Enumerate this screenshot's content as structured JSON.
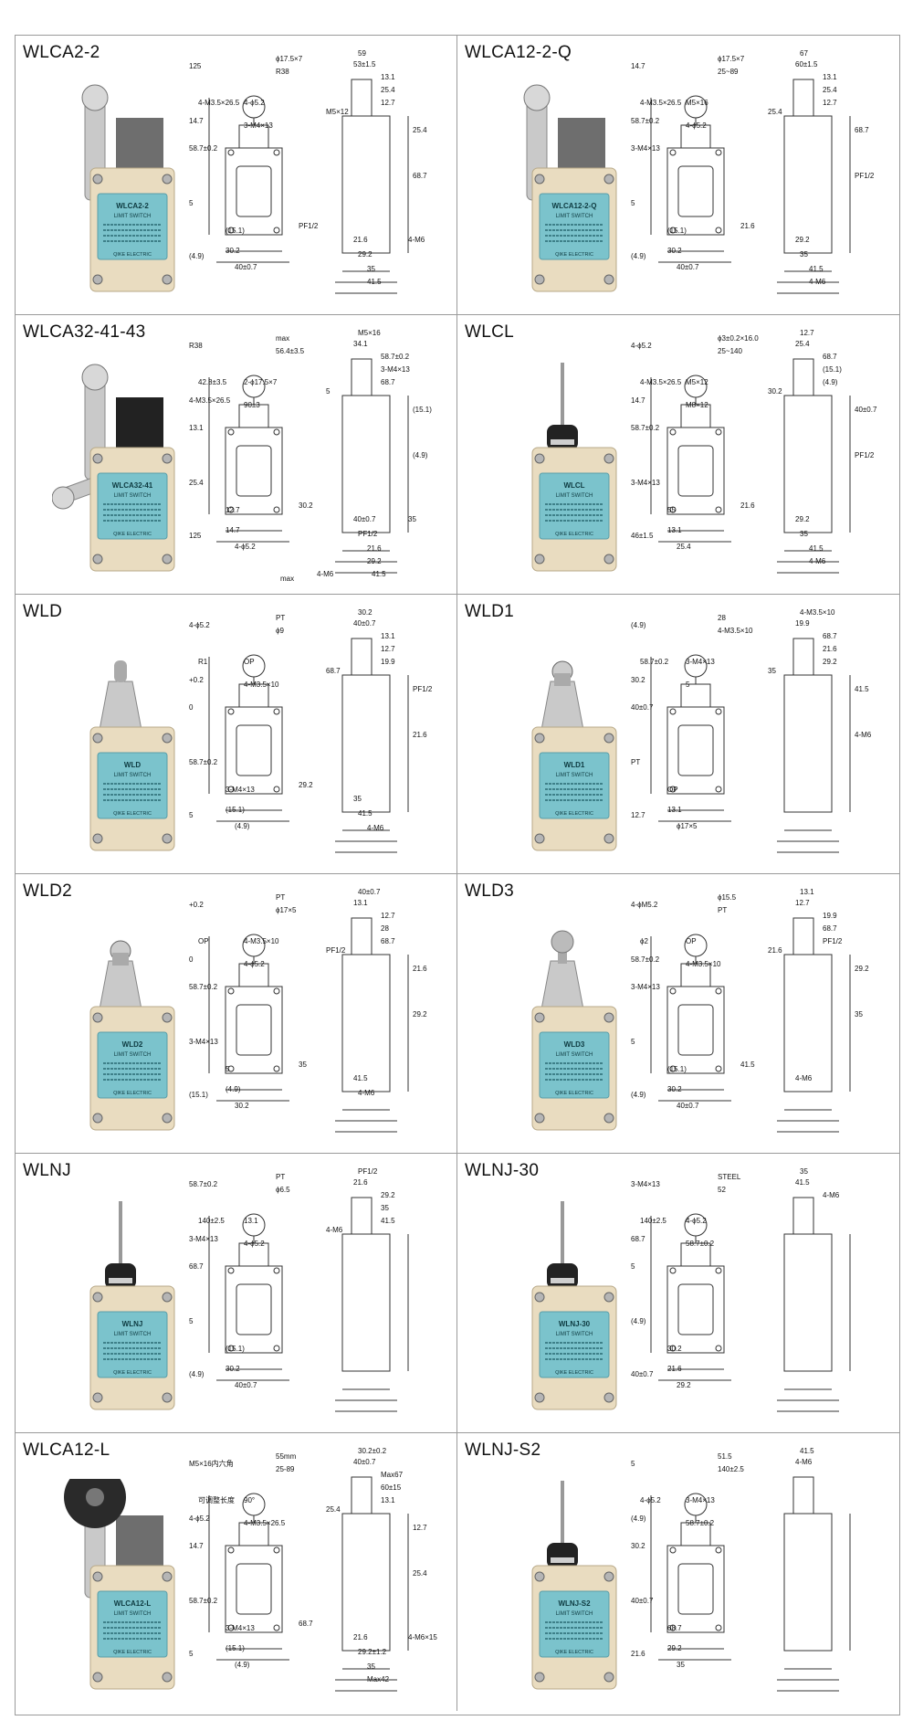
{
  "colors": {
    "border": "#9a9a9a",
    "body": "#e9dcc0",
    "label": "#7bc3cc",
    "cap": "#6e6e6e",
    "metal": "#c9c9c9",
    "line": "#333333"
  },
  "products": [
    {
      "title": "WLCA2-2",
      "label_model": "WLCA2-2",
      "label_line2": "LIMIT SWITCH",
      "brand": "QIKE ELECTRIC",
      "actuator": "roller-lever",
      "dims": [
        "ϕ17.5×7",
        "R38",
        "4-M3.5×26.5",
        "4-ϕ5.2",
        "3-M4×13",
        "125",
        "14.7",
        "58.7±0.2",
        "5",
        "(15.1)",
        "(4.9)",
        "30.2",
        "40±0.7",
        "59",
        "53±1.5",
        "13.1",
        "25.4",
        "12.7",
        "M5×12",
        "25.4",
        "68.7",
        "PF1/2",
        "21.6",
        "29.2",
        "35",
        "41.5",
        "4-M6"
      ]
    },
    {
      "title": "WLCA12-2-Q",
      "label_model": "WLCA12-2-Q",
      "label_line2": "LIMIT SWITCH",
      "brand": "QIKE ELECTRIC",
      "actuator": "adjustable-roller-lever",
      "dims": [
        "ϕ17.5×7",
        "25~89",
        "4-M3.5×26.5",
        "M5×16",
        "4-ϕ5.2",
        "14.7",
        "58.7±0.2",
        "3-M4×13",
        "5",
        "(15.1)",
        "(4.9)",
        "30.2",
        "40±0.7",
        "67",
        "60±1.5",
        "13.1",
        "25.4",
        "12.7",
        "25.4",
        "68.7",
        "PF1/2",
        "21.6",
        "29.2",
        "35",
        "41.5",
        "4-M6"
      ]
    },
    {
      "title": "WLCA32-41-43",
      "label_model": "WLCA32-41",
      "label_line2": "LIMIT SWITCH",
      "brand": "QIKE ELECTRIC",
      "actuator": "double-roller-lever",
      "dims": [
        "max",
        "56.4±3.5",
        "42.8±3.5",
        "2-ϕ17.5×7",
        "90±3",
        "R38",
        "4-M3.5×26.5",
        "13.1",
        "25.4",
        "12.7",
        "125",
        "14.7",
        "4-ϕ5.2",
        "M5×16",
        "34.1",
        "58.7±0.2",
        "3-M4×13",
        "68.7",
        "5",
        "(15.1)",
        "(4.9)",
        "30.2",
        "40±0.7",
        "PF1/2",
        "21.6",
        "29.2",
        "35",
        "41.5",
        "4-M6",
        "max"
      ]
    },
    {
      "title": "WLCL",
      "label_model": "WLCL",
      "label_line2": "LIMIT SWITCH",
      "brand": "QIKE ELECTRIC",
      "actuator": "rod-lever",
      "dims": [
        "ϕ3±0.2×16.0",
        "25~140",
        "4-M3.5×26.5",
        "M5×12",
        "M8×12",
        "4-ϕ5.2",
        "14.7",
        "58.7±0.2",
        "3-M4×13",
        "55",
        "46±1.5",
        "13.1",
        "25.4",
        "12.7",
        "25.4",
        "68.7",
        "(15.1)",
        "(4.9)",
        "30.2",
        "40±0.7",
        "PF1/2",
        "21.6",
        "29.2",
        "35",
        "41.5",
        "4-M6"
      ]
    },
    {
      "title": "WLD",
      "label_model": "WLD",
      "label_line2": "LIMIT SWITCH",
      "brand": "QIKE ELECTRIC",
      "actuator": "plunger",
      "dims": [
        "PT",
        "ϕ9",
        "R1",
        "OP",
        "4-M3.5×10",
        "4-ϕ5.2",
        "+0.2",
        "0",
        "58.7±0.2",
        "3-M4×13",
        "5",
        "(15.1)",
        "(4.9)",
        "30.2",
        "40±0.7",
        "13.1",
        "12.7",
        "19.9",
        "68.7",
        "PF1/2",
        "21.6",
        "29.2",
        "35",
        "41.5",
        "4-M6"
      ]
    },
    {
      "title": "WLD1",
      "label_model": "WLD1",
      "label_line2": "LIMIT SWITCH",
      "brand": "QIKE ELECTRIC",
      "actuator": "top-roller-plunger",
      "dims": [
        "28",
        "4-M3.5×10",
        "58.7±0.2",
        "3-M4×13",
        "5",
        "(4.9)",
        "30.2",
        "40±0.7",
        "PT",
        "OP",
        "12.7",
        "13.1",
        "ϕ17×5",
        "4-M3.5×10",
        "19.9",
        "68.7",
        "21.6",
        "29.2",
        "35",
        "41.5",
        "4-M6"
      ]
    },
    {
      "title": "WLD2",
      "label_model": "WLD2",
      "label_line2": "LIMIT SWITCH",
      "brand": "QIKE ELECTRIC",
      "actuator": "cross-roller-plunger",
      "dims": [
        "PT",
        "ϕ17×5",
        "OP",
        "4-M3.5×10",
        "4-ϕ5.2",
        "+0.2",
        "0",
        "58.7±0.2",
        "3-M4×13",
        "5",
        "(15.1)",
        "(4.9)",
        "30.2",
        "40±0.7",
        "13.1",
        "12.7",
        "28",
        "68.7",
        "PF1/2",
        "21.6",
        "29.2",
        "35",
        "41.5",
        "4-M6"
      ]
    },
    {
      "title": "WLD3",
      "label_model": "WLD3",
      "label_line2": "LIMIT SWITCH",
      "brand": "QIKE ELECTRIC",
      "actuator": "ball-plunger",
      "dims": [
        "ϕ15.5",
        "PT",
        "ϕ2",
        "OP",
        "4-M3.5×10",
        "4-ϕM5.2",
        "58.7±0.2",
        "3-M4×13",
        "5",
        "(15.1)",
        "(4.9)",
        "30.2",
        "40±0.7",
        "13.1",
        "12.7",
        "19.9",
        "68.7",
        "PF1/2",
        "21.6",
        "29.2",
        "35",
        "41.5",
        "4-M6"
      ]
    },
    {
      "title": "WLNJ",
      "label_model": "WLNJ",
      "label_line2": "LIMIT SWITCH",
      "brand": "QIKE ELECTRIC",
      "actuator": "spring-rod",
      "dims": [
        "PT",
        "ϕ6.5",
        "140±2.5",
        "13.1",
        "4-ϕ5.2",
        "58.7±0.2",
        "3-M4×13",
        "68.7",
        "5",
        "(15.1)",
        "(4.9)",
        "30.2",
        "40±0.7",
        "PF1/2",
        "21.6",
        "29.2",
        "35",
        "41.5",
        "4-M6"
      ]
    },
    {
      "title": "WLNJ-30",
      "label_model": "WLNJ-30",
      "label_line2": "LIMIT SWITCH",
      "brand": "QIKE ELECTRIC",
      "actuator": "steel-spring-rod",
      "dims": [
        "STEEL",
        "52",
        "140±2.5",
        "4-ϕ5.2",
        "58.7±0.2",
        "3-M4×13",
        "68.7",
        "5",
        "(4.9)",
        "30.2",
        "40±0.7",
        "21.6",
        "29.2",
        "35",
        "41.5",
        "4-M6"
      ]
    },
    {
      "title": "WLCA12-L",
      "label_model": "WLCA12-L",
      "label_line2": "LIMIT SWITCH",
      "brand": "QIKE ELECTRIC",
      "actuator": "large-rubber-roller-lever",
      "dims": [
        "55mm",
        "25-89",
        "可调整长度",
        "90°",
        "4-M3.5×26.5",
        "M5×16内六角",
        "4-ϕ5.2",
        "14.7",
        "58.7±0.2",
        "3-M4×13",
        "5",
        "(15.1)",
        "(4.9)",
        "30.2±0.2",
        "40±0.7",
        "Max67",
        "60±15",
        "13.1",
        "25.4",
        "12.7",
        "25.4",
        "68.7",
        "21.6",
        "29.2±1.2",
        "35",
        "Max42",
        "4-M6×15"
      ]
    },
    {
      "title": "WLNJ-S2",
      "label_model": "WLNJ-S2",
      "label_line2": "LIMIT SWITCH",
      "brand": "QIKE ELECTRIC",
      "actuator": "long-spring-rod",
      "dims": [
        "51.5",
        "140±2.5",
        "4-ϕ5.2",
        "3-M4×13",
        "58.7±0.2",
        "5",
        "(4.9)",
        "30.2",
        "40±0.7",
        "68.7",
        "21.6",
        "29.2",
        "35",
        "41.5",
        "4-M6"
      ]
    }
  ]
}
